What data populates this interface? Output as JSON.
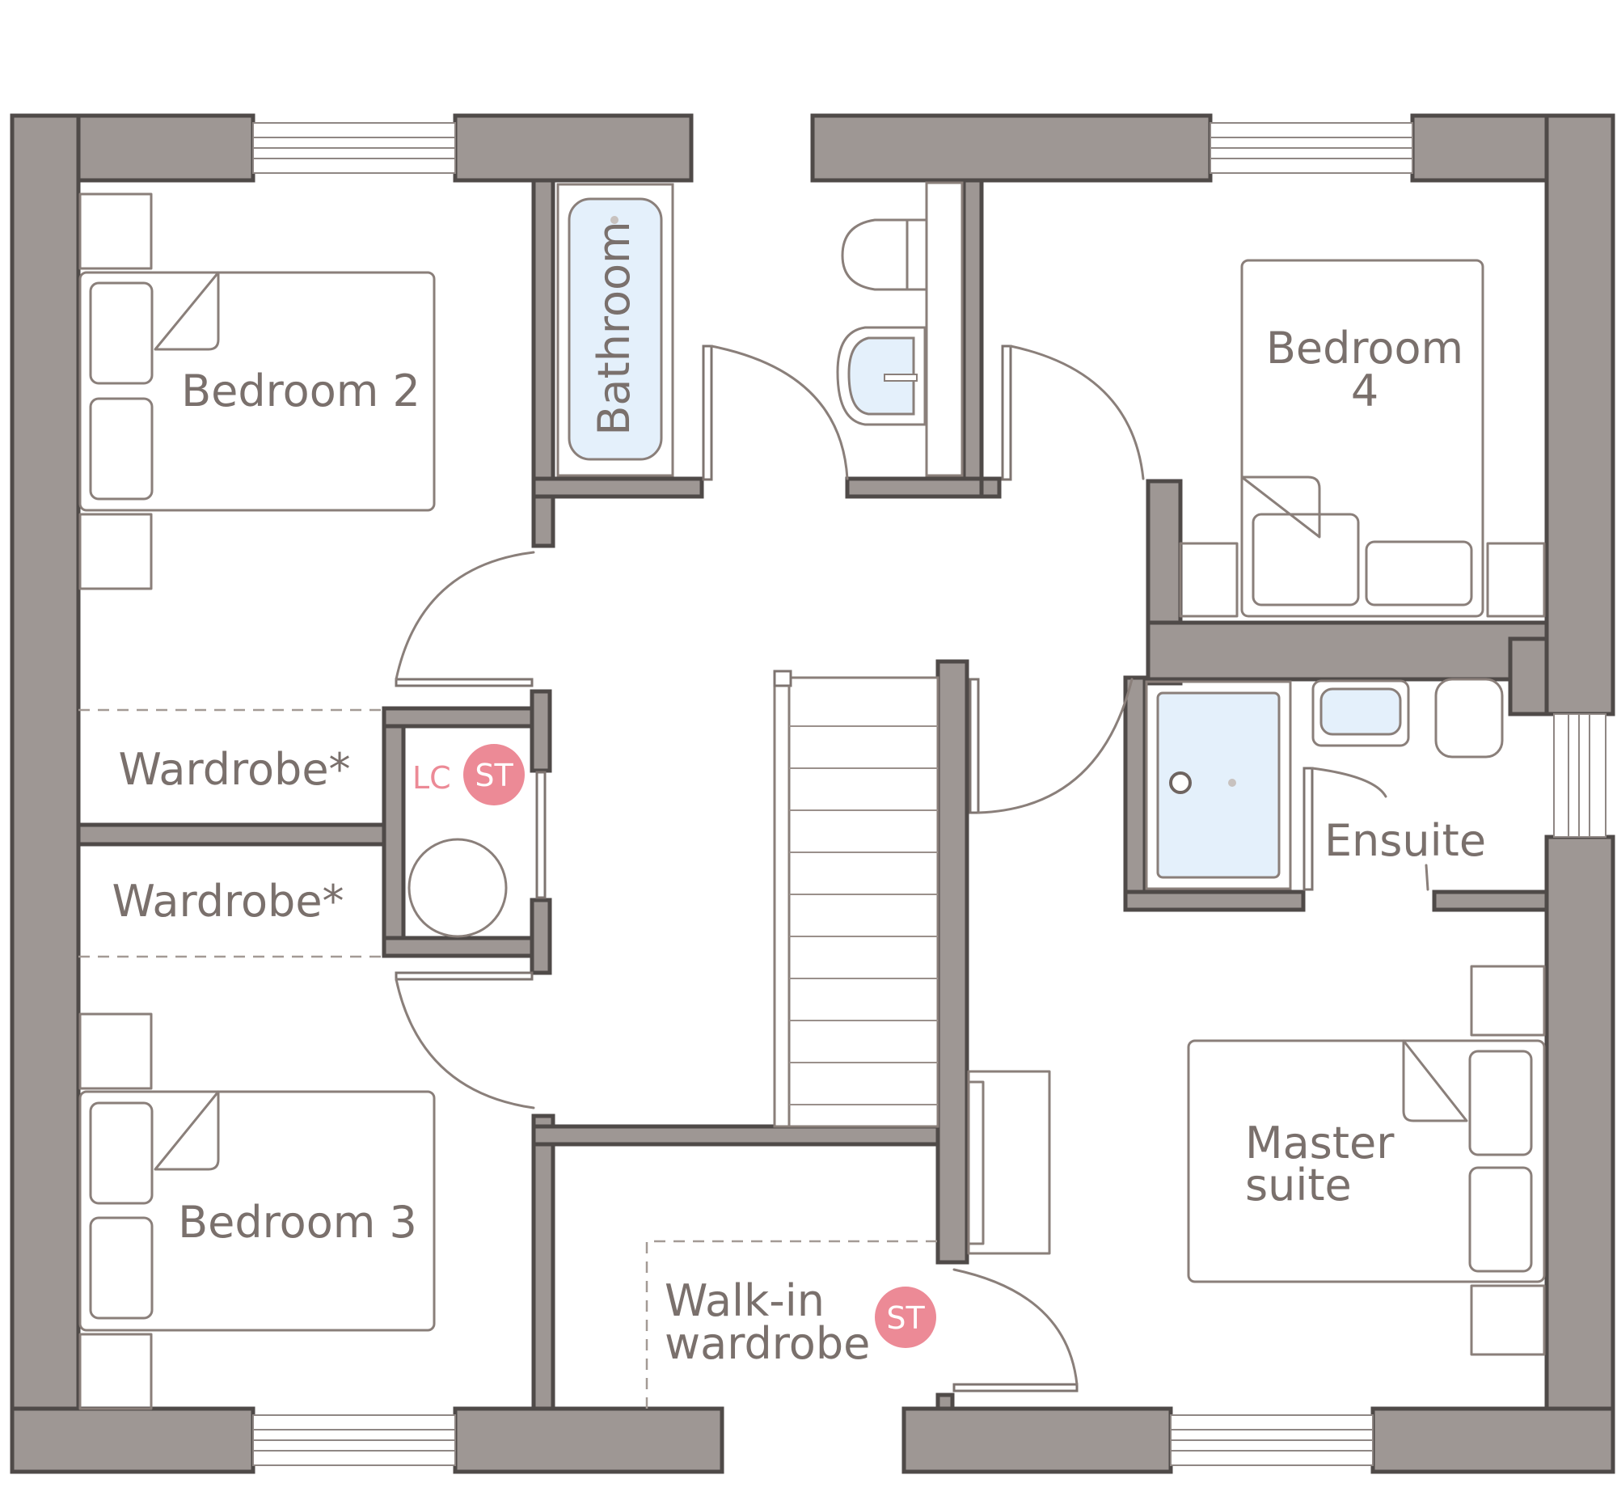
{
  "rooms": {
    "bedroom2": "Bedroom 2",
    "bathroom": "Bathroom",
    "bedroom4": [
      "Bedroom",
      "4"
    ],
    "wardrobe_upper": "Wardrobe*",
    "wardrobe_lower": "Wardrobe*",
    "ensuite": "Ensuite",
    "bedroom3": "Bedroom 3",
    "master": [
      "Master",
      "suite"
    ],
    "walkin": [
      "Walk-in",
      "wardrobe"
    ]
  },
  "tags": {
    "lc": "LC",
    "st_cupboard": "ST",
    "st_walkin": "ST"
  },
  "colors": {
    "wall_fill": "#9e9794",
    "wall_edge": "#4f4a48",
    "label_text": "#7a706c",
    "accent_pink": "#ec8a96",
    "fixture_blue": "#e4f0fb"
  }
}
